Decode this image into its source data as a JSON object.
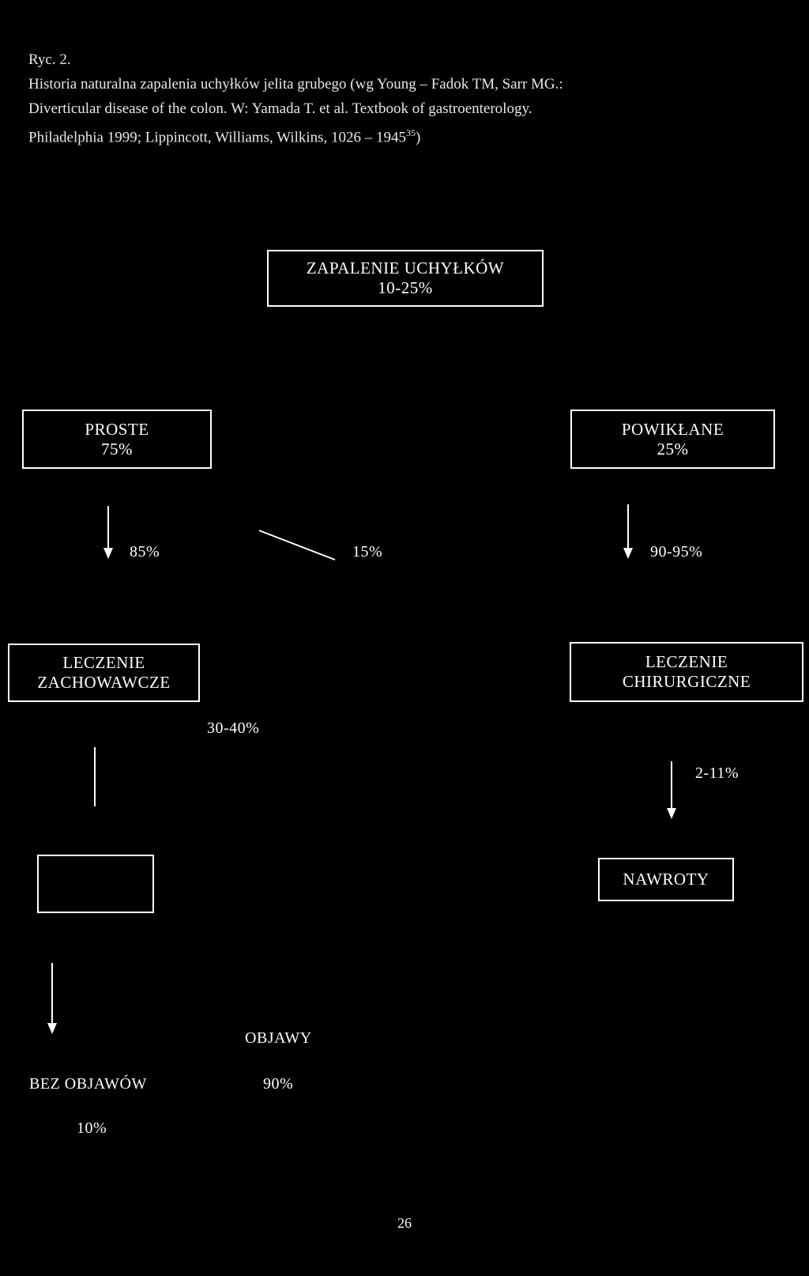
{
  "caption": {
    "label": "Ryc. 2.",
    "line1": "Historia naturalna zapalenia uchyłków jelita grubego (wg Young – Fadok TM, Sarr MG.:",
    "line2": "Diverticular disease of the colon. W: Yamada T. et al. Textbook of gastroenterology.",
    "line3_main": "Philadelphia 1999; Lippincott, Williams, Wilkins, 1026 – 1945",
    "line3_sup": "35",
    "line3_end": ")"
  },
  "boxes": {
    "root": {
      "line1": "ZAPALENIE UCHYŁKÓW",
      "line2": "10-25%"
    },
    "simple": {
      "line1": "PROSTE",
      "line2": "75%"
    },
    "complicated": {
      "line1": "POWIKŁANE",
      "line2": "25%"
    },
    "conservative": {
      "line1": "LECZENIE",
      "line2": "ZACHOWAWCZE"
    },
    "surgical": {
      "line1": "LECZENIE",
      "line2": "CHIRURGICZNE"
    },
    "empty": "",
    "recurrence": "NAWROTY"
  },
  "labels": {
    "p85": "85%",
    "p15": "15%",
    "p9095": "90-95%",
    "p3040": "30-40%",
    "p211": "2-11%",
    "symptoms": "OBJAWY",
    "no_symptoms": "BEZ OBJAWÓW",
    "p90": "90%",
    "p10": "10%"
  },
  "page_number": "26"
}
